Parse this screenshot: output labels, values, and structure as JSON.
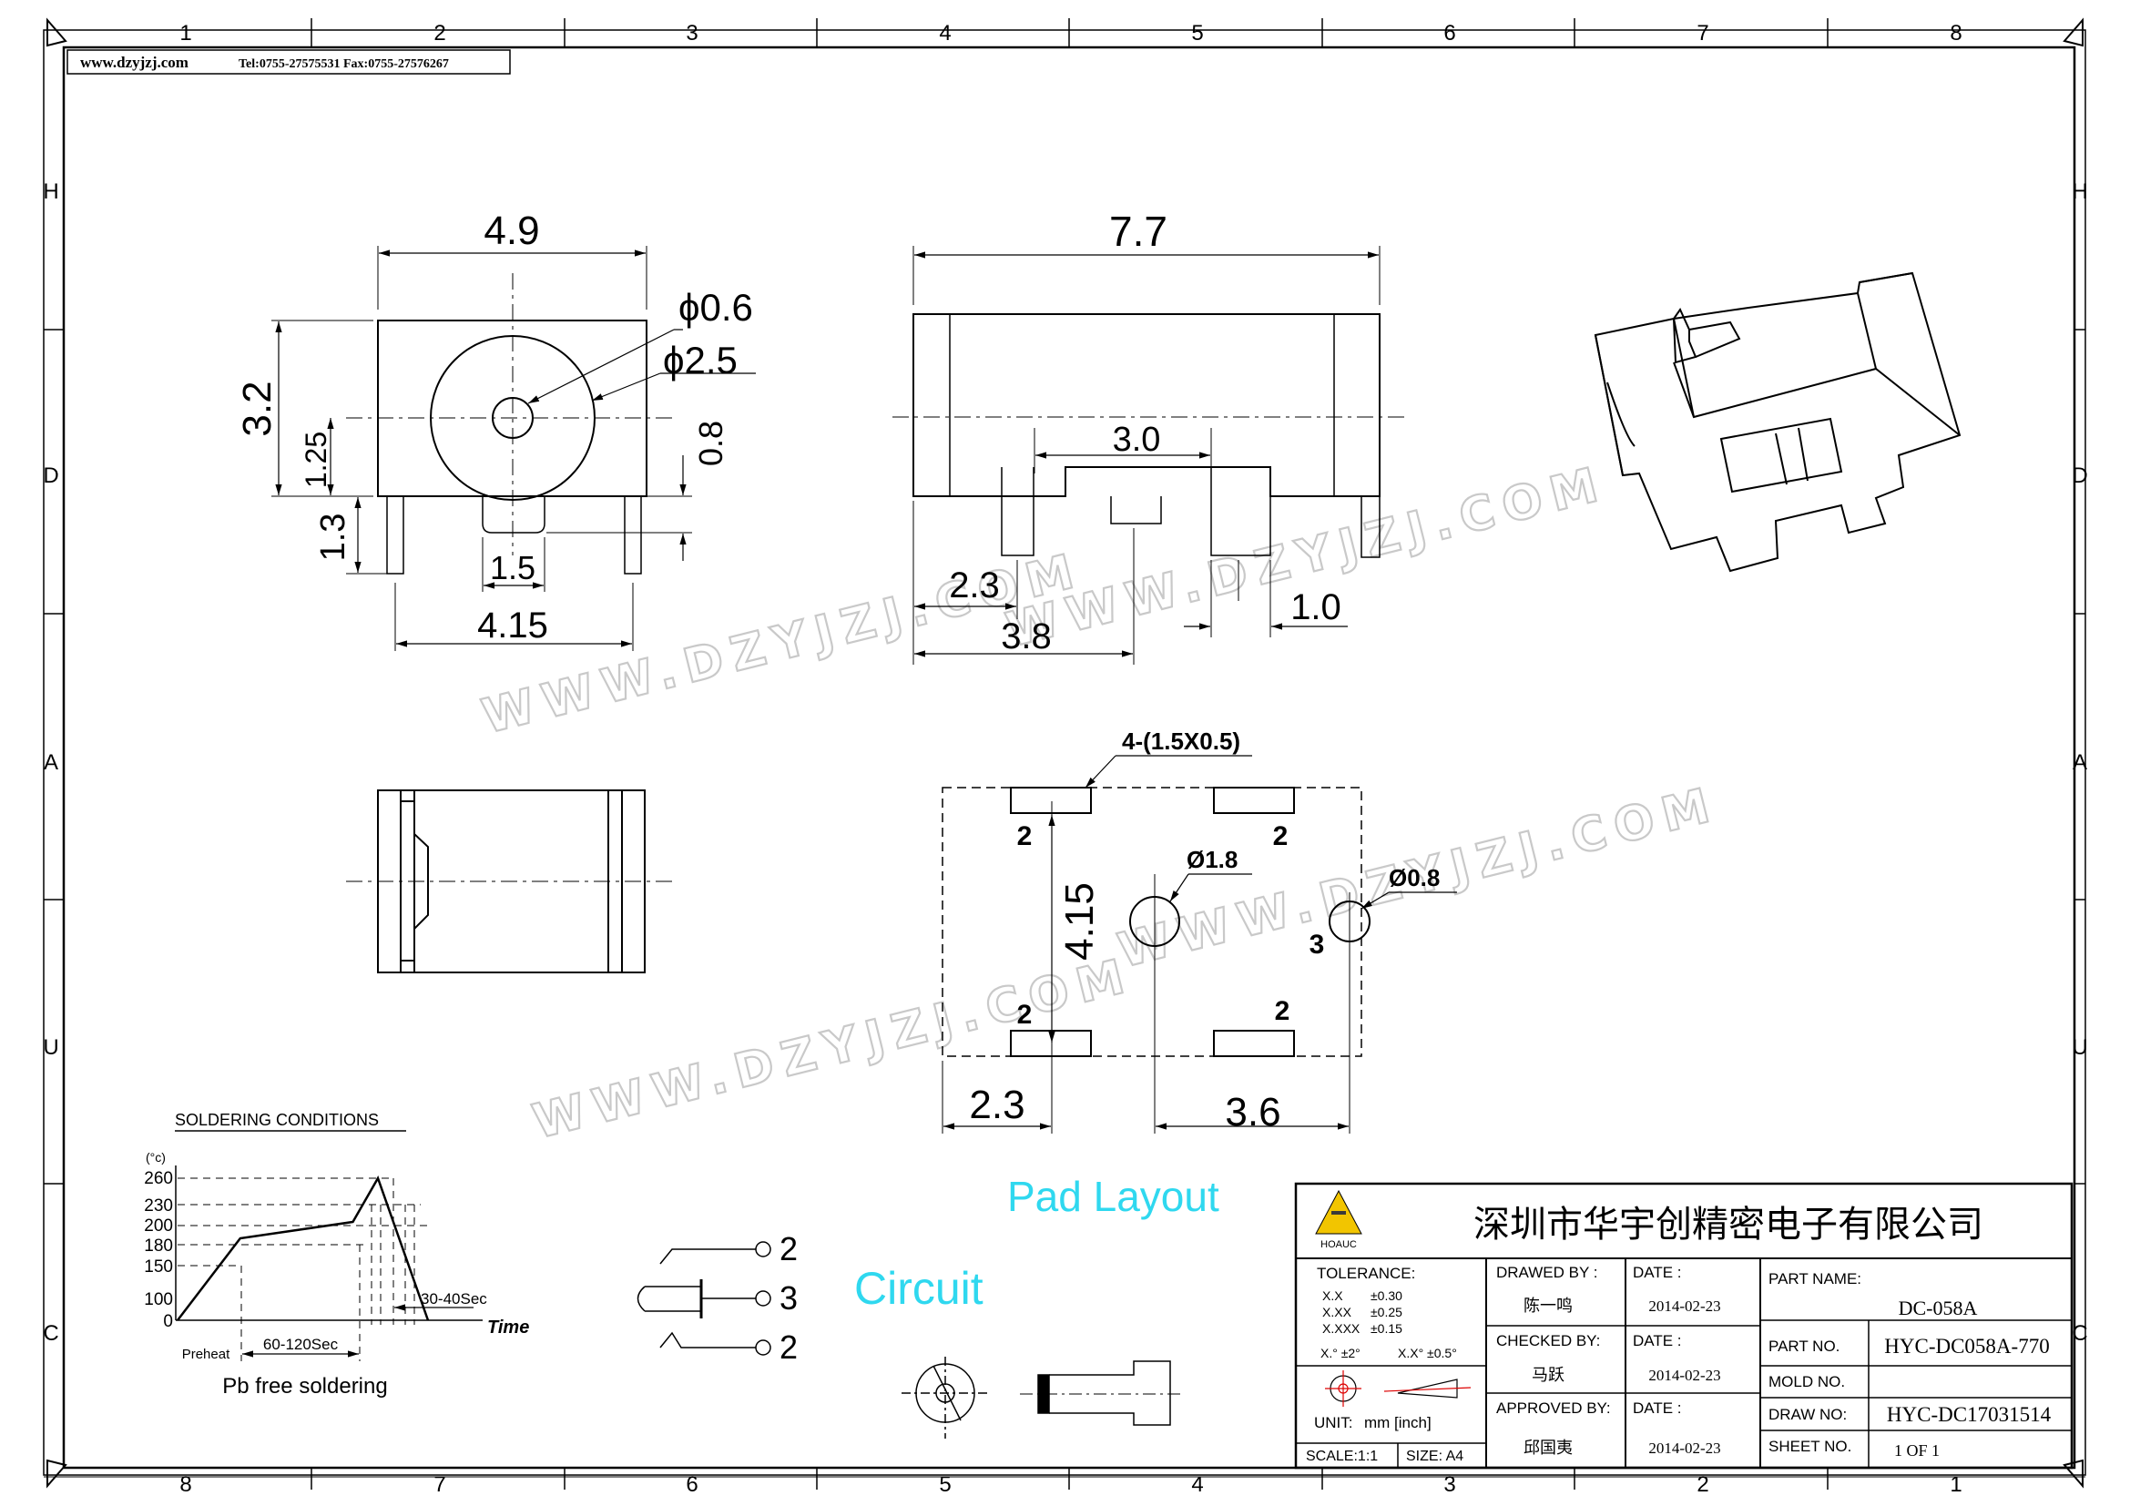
{
  "header": {
    "website": "www.dzyjzj.com",
    "contact": "Tel:0755-27575531  Fax:0755-27576267"
  },
  "grid": {
    "columns_top": [
      "1",
      "2",
      "3",
      "4",
      "5",
      "6",
      "7",
      "8"
    ],
    "columns_bottom": [
      "8",
      "7",
      "6",
      "5",
      "4",
      "3",
      "2",
      "1"
    ],
    "rows_left": [
      "H",
      "D",
      "A",
      "U",
      "C"
    ],
    "rows_right": [
      "H",
      "D",
      "A",
      "U",
      "C"
    ]
  },
  "front_view": {
    "width": "4.9",
    "pin_hole": "ϕ0.6",
    "outer_dia": "ϕ2.5",
    "height": "3.2",
    "center_height": "1.25",
    "pin_length": "1.3",
    "slot_depth": "0.8",
    "slot_width": "1.5",
    "pin_span": "4.15"
  },
  "side_view": {
    "length": "7.7",
    "pin_pitch": "3.0",
    "front_offset": "2.3",
    "pin_offset": "3.8",
    "pin_width": "1.0"
  },
  "pad_layout": {
    "pad_spec": "4-(1.5X0.5)",
    "hole_large": "Ø1.8",
    "hole_small": "Ø0.8",
    "pad_pitch": "4.15",
    "left_offset": "2.3",
    "hole_pitch": "3.6",
    "pin_labels": [
      "2",
      "2",
      "2",
      "2",
      "3"
    ],
    "title": "Pad Layout"
  },
  "circuit": {
    "title": "Circuit",
    "terminals": [
      "2",
      "3",
      "2"
    ]
  },
  "soldering": {
    "title": "SOLDERING CONDITIONS",
    "unit": "(°c)",
    "y_ticks": [
      "260",
      "230",
      "200",
      "180",
      "150",
      "100",
      "0"
    ],
    "preheat": "Preheat",
    "preheat_time": "60-120Sec",
    "peak_time": "30-40Sec",
    "time_label": "Time",
    "caption": "Pb free soldering",
    "profile_points": [
      [
        0,
        0
      ],
      [
        25,
        150
      ],
      [
        70,
        180
      ],
      [
        80,
        260
      ],
      [
        100,
        0
      ]
    ]
  },
  "watermark": "WWW.DZYJZJ.COM",
  "title_block": {
    "logo_text": "HOAUC",
    "company": "深圳市华宇创精密电子有限公司",
    "tolerance_label": "TOLERANCE:",
    "tolerances": [
      {
        "fmt": "X.X",
        "val": "±0.30"
      },
      {
        "fmt": "X.XX",
        "val": "±0.25"
      },
      {
        "fmt": "X.XXX",
        "val": "±0.15"
      }
    ],
    "angle_tol_1": "X.° ±2°",
    "angle_tol_2": "X.X° ±0.5°",
    "unit_label": "UNIT:",
    "unit_value": "mm [inch]",
    "scale": "SCALE:1:1",
    "size": "SIZE: A4",
    "drawn_by_label": "DRAWED BY :",
    "drawn_by": "陈一鸣",
    "checked_by_label": "CHECKED BY:",
    "checked_by": "马跃",
    "approved_by_label": "APPROVED BY:",
    "approved_by": "邱国夷",
    "date_label": "DATE :",
    "date_1": "2014-02-23",
    "date_2": "2014-02-23",
    "date_3": "2014-02-23",
    "part_name_label": "PART NAME:",
    "part_name": "DC-058A",
    "part_no_label": "PART NO.",
    "part_no": "HYC-DC058A-770",
    "mold_no_label": "MOLD NO.",
    "mold_no": "",
    "draw_no_label": "DRAW NO:",
    "draw_no": "HYC-DC17031514",
    "sheet_no_label": "SHEET NO.",
    "sheet_no": "1 OF 1"
  }
}
